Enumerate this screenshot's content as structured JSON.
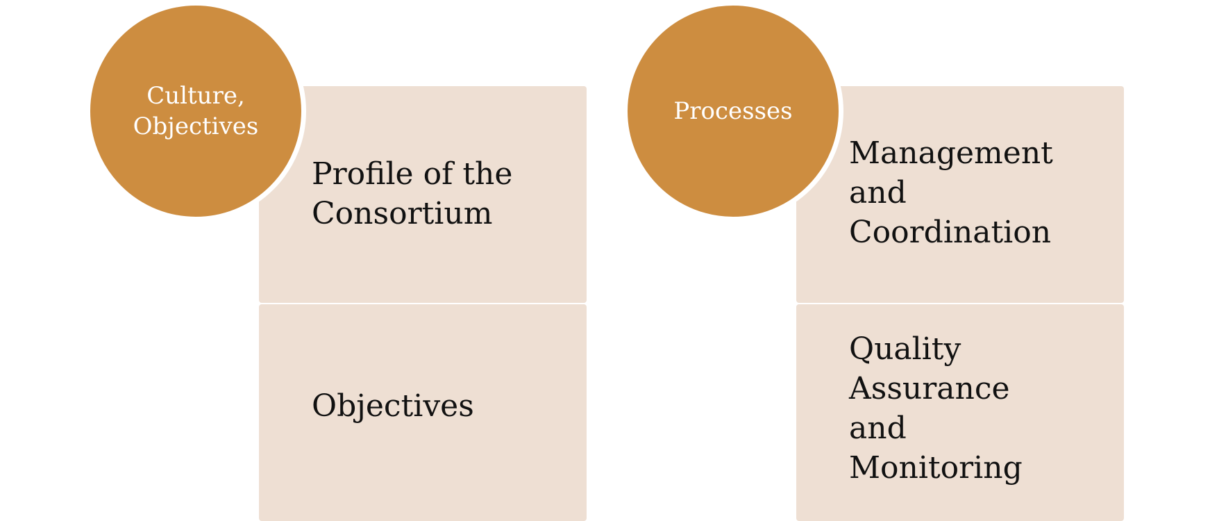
{
  "colors": {
    "circle_fill": "#CD8D40",
    "box_fill": "#EEDFD3",
    "circle_text": "#FFFFFF",
    "box_text": "#111111",
    "background": "#FFFFFF"
  },
  "groups": [
    {
      "circle_label": "Culture,\nObjectives",
      "boxes": [
        {
          "label": "Profile of the\nConsortium"
        },
        {
          "label": "Objectives"
        }
      ]
    },
    {
      "circle_label": "Processes",
      "boxes": [
        {
          "label": "Management\nand\nCoordination"
        },
        {
          "label": "Quality\nAssurance\nand\nMonitoring"
        }
      ]
    }
  ]
}
